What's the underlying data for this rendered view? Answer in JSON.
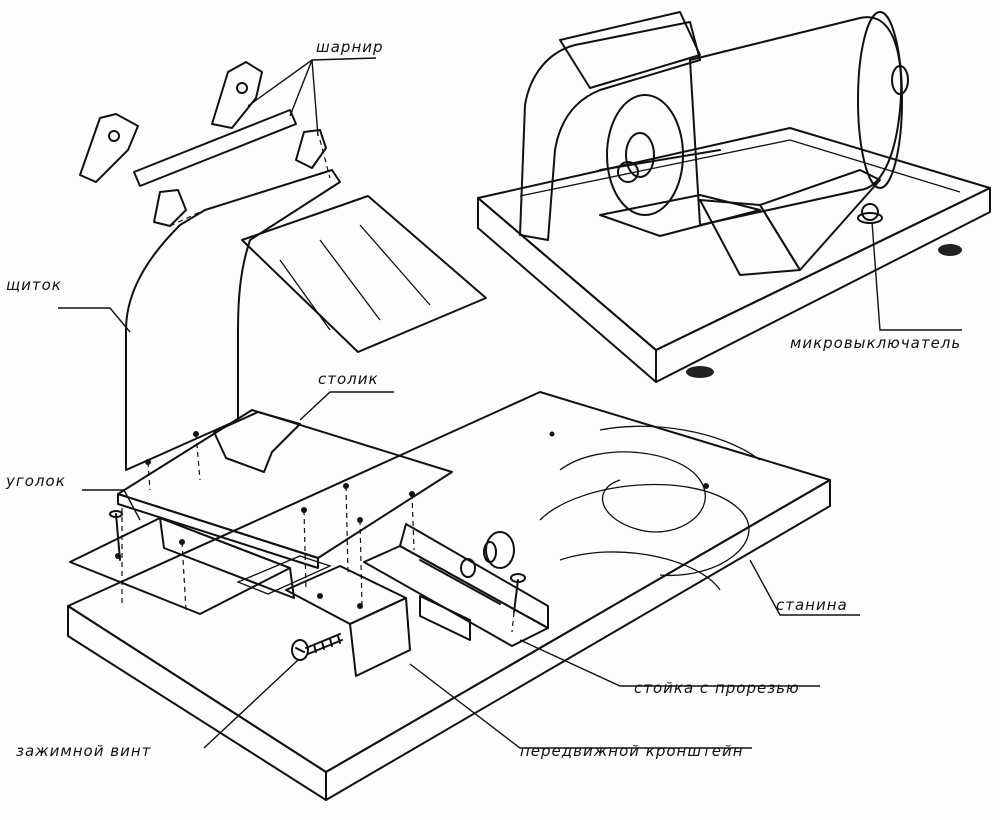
{
  "labels": {
    "hinge": "шарнир",
    "shield": "щиток",
    "table": "столик",
    "angle": "уголок",
    "microswitch": "микровыключатель",
    "base": "станина",
    "slotted_post": "стойка с прорезью",
    "clamp_screw": "зажимной винт",
    "movable_bracket": "передвижной кронштейн"
  },
  "colors": {
    "ink": "#111111",
    "paper": "#fdfdfb",
    "shade": "#3a3a3a"
  }
}
